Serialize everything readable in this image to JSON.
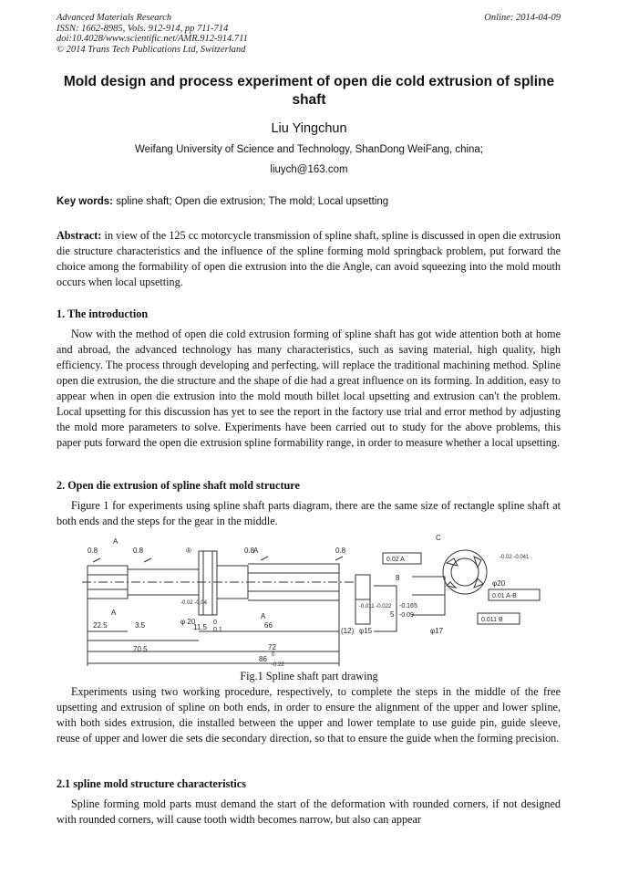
{
  "header": {
    "journal": "Advanced Materials Research",
    "issn": "ISSN: 1662-8985, Vols. 912-914, pp 711-714",
    "doi": "doi:10.4028/www.scientific.net/AMR.912-914.711",
    "copyright": "© 2014 Trans Tech Publications Ltd, Switzerland",
    "online": "Online: 2014-04-09"
  },
  "title": "Mold design and process experiment of open die cold extrusion of spline shaft",
  "author": "Liu Yingchun",
  "affiliation": "Weifang University of Science and Technology, ShanDong WeiFang, china;",
  "email": "liuych@163.com",
  "keywords": {
    "label": "Key words:",
    "text": " spline shaft; Open die extrusion; The mold; Local upsetting"
  },
  "abstract": {
    "label": "Abstract:",
    "text": " in view of the 125 cc motorcycle transmission of spline shaft, spline is discussed in open die extrusion die structure characteristics and the influence of the spline forming mold springback problem, put forward the choice among the formability of open die extrusion into the die Angle, can avoid squeezing into the mold mouth occurs when local upsetting."
  },
  "sections": {
    "s1_heading": "1. The introduction",
    "s1_para": "Now with the method of open die cold extrusion forming of spline shaft has got wide attention both at home and abroad, the advanced technology has many characteristics, such as saving material, high quality, high efficiency. The process through developing and perfecting, will replace the traditional machining method. Spline open die extrusion, the die structure and the shape of die had a great influence on its forming. In addition, easy to appear when in open die extrusion into the mold mouth billet local upsetting and extrusion can't the problem. Local upsetting for this discussion has yet to see the report in the factory use trial and error method by adjusting the mold more parameters to solve. Experiments have been carried out to study for the above problems, this paper puts forward the open die extrusion spline formability range, in order to measure whether a local upsetting.",
    "s2_heading": "2. Open die extrusion of spline shaft mold structure",
    "s2_para1": "Figure 1 for experiments using spline shaft parts diagram, there are the same size of rectangle spline shaft at both ends and the steps for the gear in the middle.",
    "fig_caption": "Fig.1 Spline shaft part drawing",
    "s2_para2": "Experiments using two working procedure, respectively, to complete the steps in the middle of the free upsetting and extrusion of spline on both ends, in order to ensure the alignment of the upper and lower spline, with both sides extrusion, die installed between the upper and lower template to use guide pin, guide sleeve, reuse of upper and lower die sets die secondary direction, so that to ensure the guide when the forming precision.",
    "s21_heading": "2.1 spline mold structure characteristics",
    "s21_para": "Spline forming mold parts must demand the start of the deformation with rounded corners, if not designed with rounded corners, will cause tooth width becomes narrow, but also can appear"
  },
  "drawing": {
    "labels": {
      "a1": "A",
      "a2": "A",
      "a3": "A",
      "a4": "A",
      "c": "C",
      "r1": "0.8",
      "r2": "0.8",
      "r3": "0.8",
      "r4": "0.8",
      "d225": "22.5",
      "d35": "3.5",
      "d705": "70.5",
      "d11": "11.5",
      "d66": "66",
      "d72": "72",
      "d86": "86",
      "d86tol": "-0.22",
      "d86up": "0",
      "d12": "(12)",
      "phi20": "φ 20",
      "phi20tol": "-0.02 -0.04",
      "phi15": "φ15",
      "phi15tol": "-0.011 -0.022",
      "d17": "φ17",
      "d0165": "-0.165",
      "d0009": "-0.09",
      "d5": "5",
      "phi20r": "φ20",
      "phi20rtol": "-0.02 -0.041",
      "b8": "8",
      "tol1": "0.02 A",
      "tol2": "0.01 A-B",
      "tol3": "0.011 B",
      "d01": "0.1",
      "d0": "0",
      "circ": "®"
    }
  }
}
